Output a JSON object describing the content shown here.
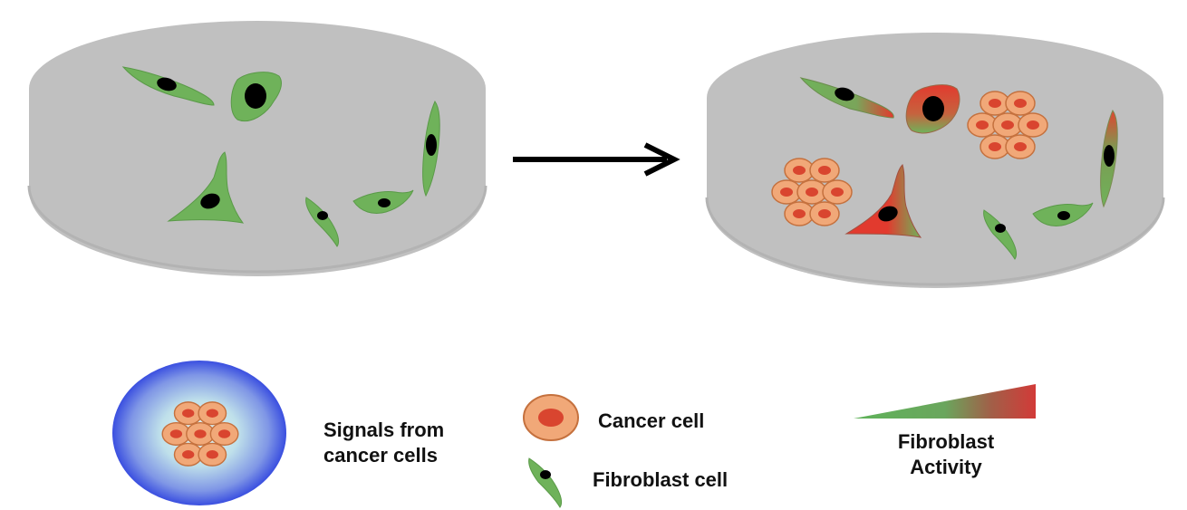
{
  "legend": {
    "signals_line1": "Signals from",
    "signals_line2": "cancer cells",
    "cancer_cell": "Cancer cell",
    "fibroblast_cell": "Fibroblast cell",
    "activity_line1": "Fibroblast",
    "activity_line2": "Activity"
  },
  "colors": {
    "dish": "#c0c0c0",
    "fibroblast_green": "#6fb25a",
    "fibroblast_dark": "#4f8f3e",
    "activated_red": "#e23a2e",
    "cancer_outer": "#f1a878",
    "cancer_border": "#c5713e",
    "cancer_nucleus": "#d9452f",
    "signal_center": "#dff0f4",
    "signal_edge": "#3a4fe0",
    "gradient_start": "#5fb35a",
    "gradient_end": "#d23a38",
    "arrow": "#000000"
  }
}
